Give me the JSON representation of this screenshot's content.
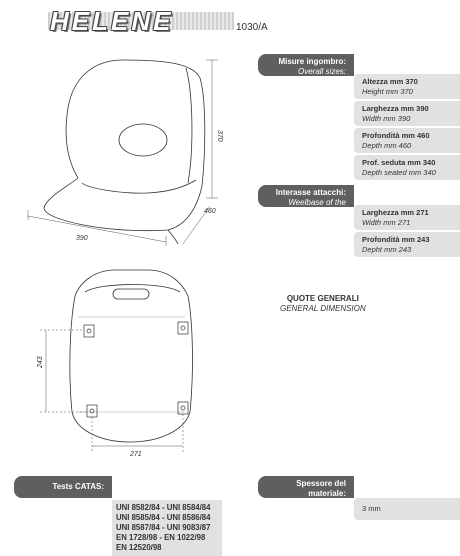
{
  "header": {
    "brand": "HELENE",
    "model": "1030/A"
  },
  "overall_sizes": {
    "title": "Misure ingombro:",
    "subtitle": "Overall sizes:",
    "items": [
      {
        "it": "Altezza mm 370",
        "en": "Height mm 370"
      },
      {
        "it": "Larghezza mm 390",
        "en": "Width mm 390"
      },
      {
        "it": "Profondità mm 460",
        "en": "Depth mm 460"
      },
      {
        "it": "Prof. seduta mm 340",
        "en": "Depth seated mm 340"
      }
    ]
  },
  "junctures": {
    "title": "Interasse attacchi:",
    "subtitle": "Weelbase of the junctures:",
    "items": [
      {
        "it": "Larghezza mm 271",
        "en": "Width mm 271"
      },
      {
        "it": "Profondità mm 243",
        "en": "Depht mm 243"
      }
    ]
  },
  "general": {
    "it": "QUOTE GENERALI",
    "en": "GENERAL DIMENSION"
  },
  "tests": {
    "title": "Tests CATAS:",
    "lines": [
      "UNI 8582/84 - UNI 8584/84",
      "UNI 8585/84 - UNI 8586/84",
      "UNI 8587/84 - UNI 9083/87",
      "EN 1728/98 - EN 1022/98",
      "EN 12520/98"
    ]
  },
  "thickness": {
    "title": "Spessore del materiale:",
    "subtitle": "Thickness of the material:",
    "value": "3 mm"
  },
  "drawing_labels": {
    "height": "370",
    "width": "390",
    "depth": "460",
    "bottom_depth": "243",
    "bottom_width": "271"
  }
}
